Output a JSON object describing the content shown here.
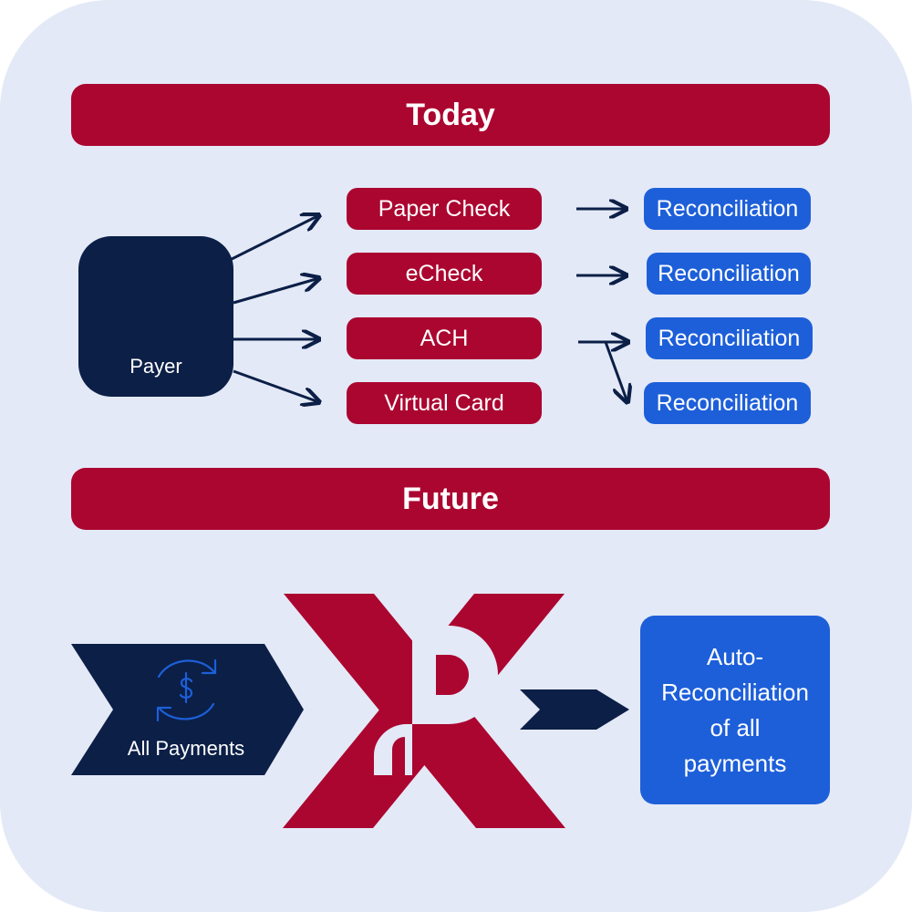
{
  "today": {
    "title": "Today"
  },
  "future": {
    "title": "Future"
  },
  "payer": {
    "label": "Payer",
    "icon": "hand-dollar-gear-icon"
  },
  "methods": [
    "Paper Check",
    "eCheck",
    "ACH",
    "Virtual Card"
  ],
  "reconciliation": [
    "Reconciliation",
    "Reconciliation",
    "Reconciliation",
    "Reconciliation"
  ],
  "all_payments": {
    "label": "All Payments",
    "icon": "dollar-cycle-icon"
  },
  "auto": {
    "line1": "Auto-",
    "line2": "Reconciliation",
    "line3": "of all",
    "line4": "payments"
  },
  "colors": {
    "background": "#e4e9f7",
    "crimson": "#ab0630",
    "navy": "#0b1f47",
    "blue": "#1d5fd9"
  }
}
